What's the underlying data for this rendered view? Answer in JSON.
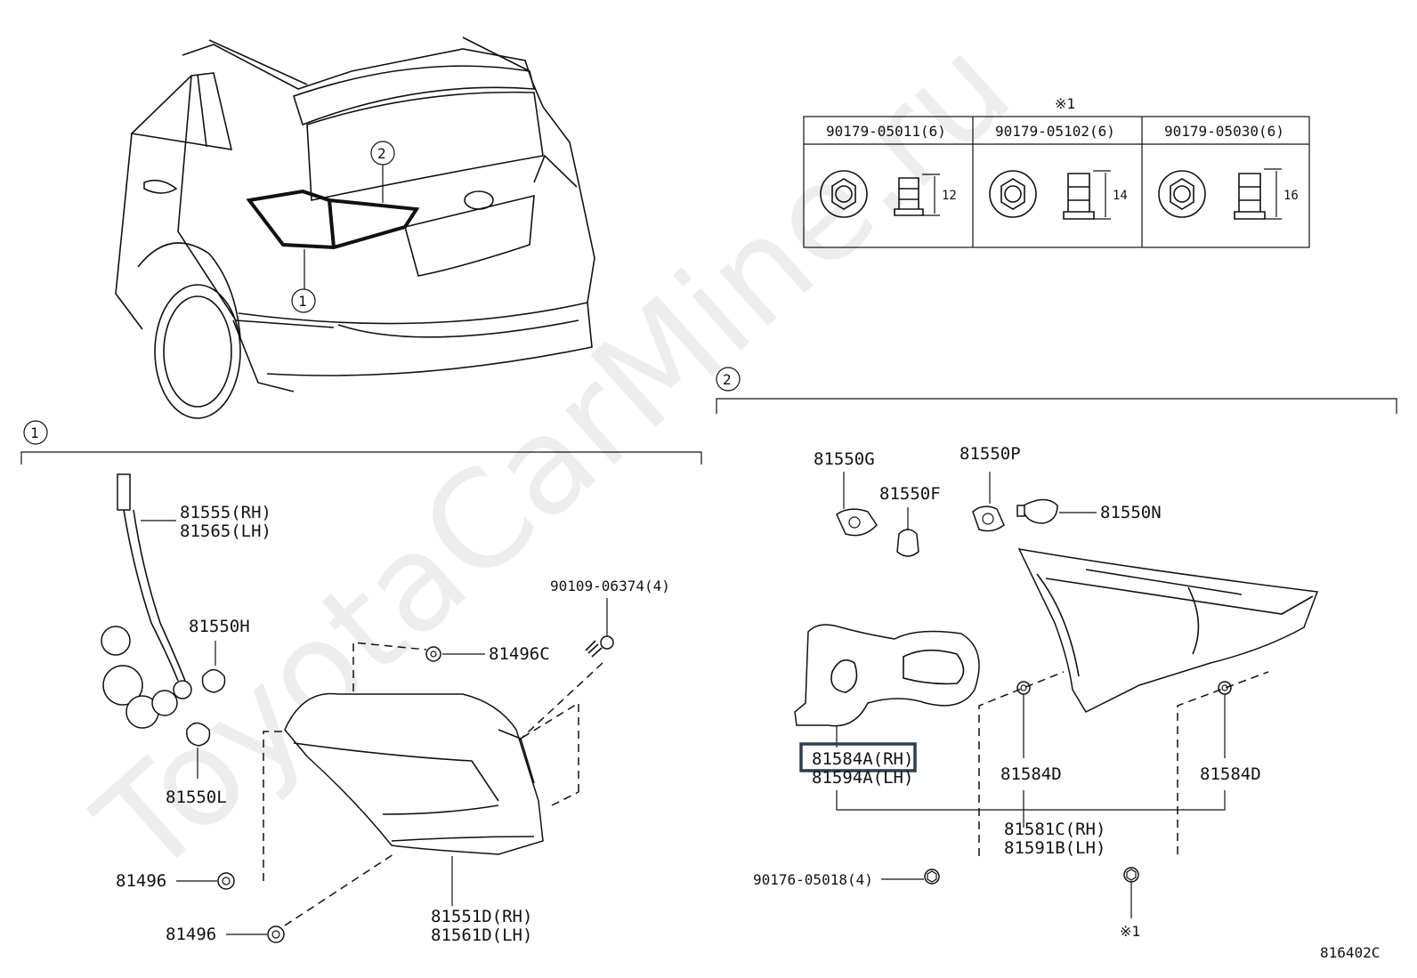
{
  "watermark": "ToyotaCarMine.ru",
  "diagram_code": "816402C",
  "callouts": {
    "c1": "1",
    "c2": "2"
  },
  "fastener_table": {
    "note_mark": "※1",
    "columns": [
      {
        "part": "90179-05011(6)",
        "dim": "12"
      },
      {
        "part": "90179-05102(6)",
        "dim": "14"
      },
      {
        "part": "90179-05030(6)",
        "dim": "16"
      }
    ]
  },
  "section1": {
    "labels": {
      "harness_rh": "81555(RH)",
      "harness_lh": "81565(LH)",
      "bulb_h": "81550H",
      "bulb_l": "81550L",
      "screw": "90109-06374(4)",
      "clip_c": "81496C",
      "lens_rh": "81551D(RH)",
      "lens_lh": "81561D(LH)",
      "clip_a": "81496",
      "clip_b": "81496"
    }
  },
  "section2": {
    "labels": {
      "socket_g": "81550G",
      "bulb_f": "81550F",
      "socket_p": "81550P",
      "bulb_n": "81550N",
      "gasket_rh": "81584A(RH)",
      "gasket_lh": "81594A(LH)",
      "seal_d1": "81584D",
      "seal_d2": "81584D",
      "assy_rh": "81581C(RH)",
      "assy_lh": "81591B(LH)",
      "nut": "90176-05018(4)",
      "note_ref": "※1"
    }
  },
  "colors": {
    "line": "#111111",
    "highlight": "#2d3e50",
    "watermark": "#000000"
  }
}
